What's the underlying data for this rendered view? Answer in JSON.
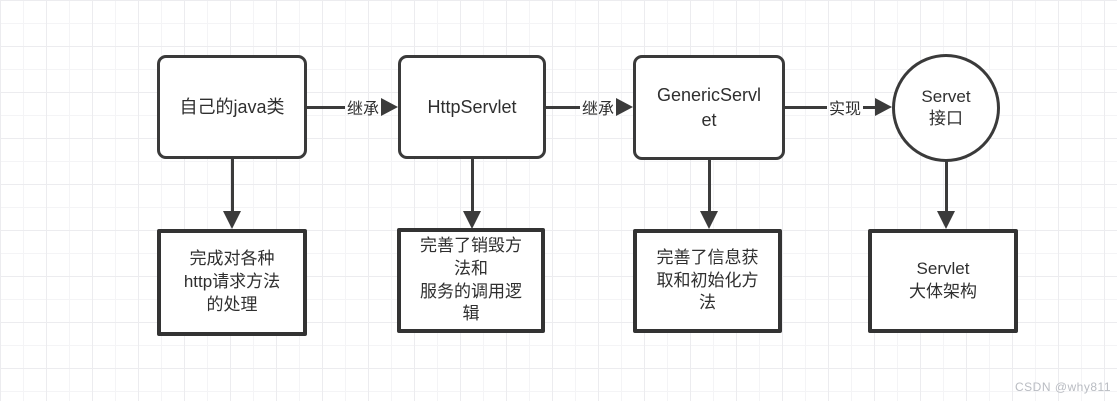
{
  "diagram": {
    "nodes": {
      "java_class": {
        "label": "自己的java类"
      },
      "http_servlet": {
        "label": "HttpServlet"
      },
      "generic_servlet": {
        "label": "GenericServl\net"
      },
      "servlet_interface": {
        "label": "Servet\n接口"
      },
      "desc_http_handling": {
        "label": "完成对各种\nhttp请求方法\n的处理"
      },
      "desc_destroy_service": {
        "label": "完善了销毁方\n法和\n服务的调用逻\n辑"
      },
      "desc_info_init": {
        "label": "完善了信息获\n取和初始化方\n法"
      },
      "desc_servlet_arch": {
        "label": "Servlet\n大体架构"
      }
    },
    "edges": {
      "inherit1": {
        "label": "继承"
      },
      "inherit2": {
        "label": "继承"
      },
      "implement": {
        "label": "实现"
      }
    },
    "colors": {
      "border": "#3a3a3a",
      "line": "#3b3b3b",
      "grid": "#ececef",
      "text": "#2f2f2f",
      "watermark_color": "#b9bcc2"
    }
  },
  "watermark": {
    "text": "CSDN @why811"
  }
}
